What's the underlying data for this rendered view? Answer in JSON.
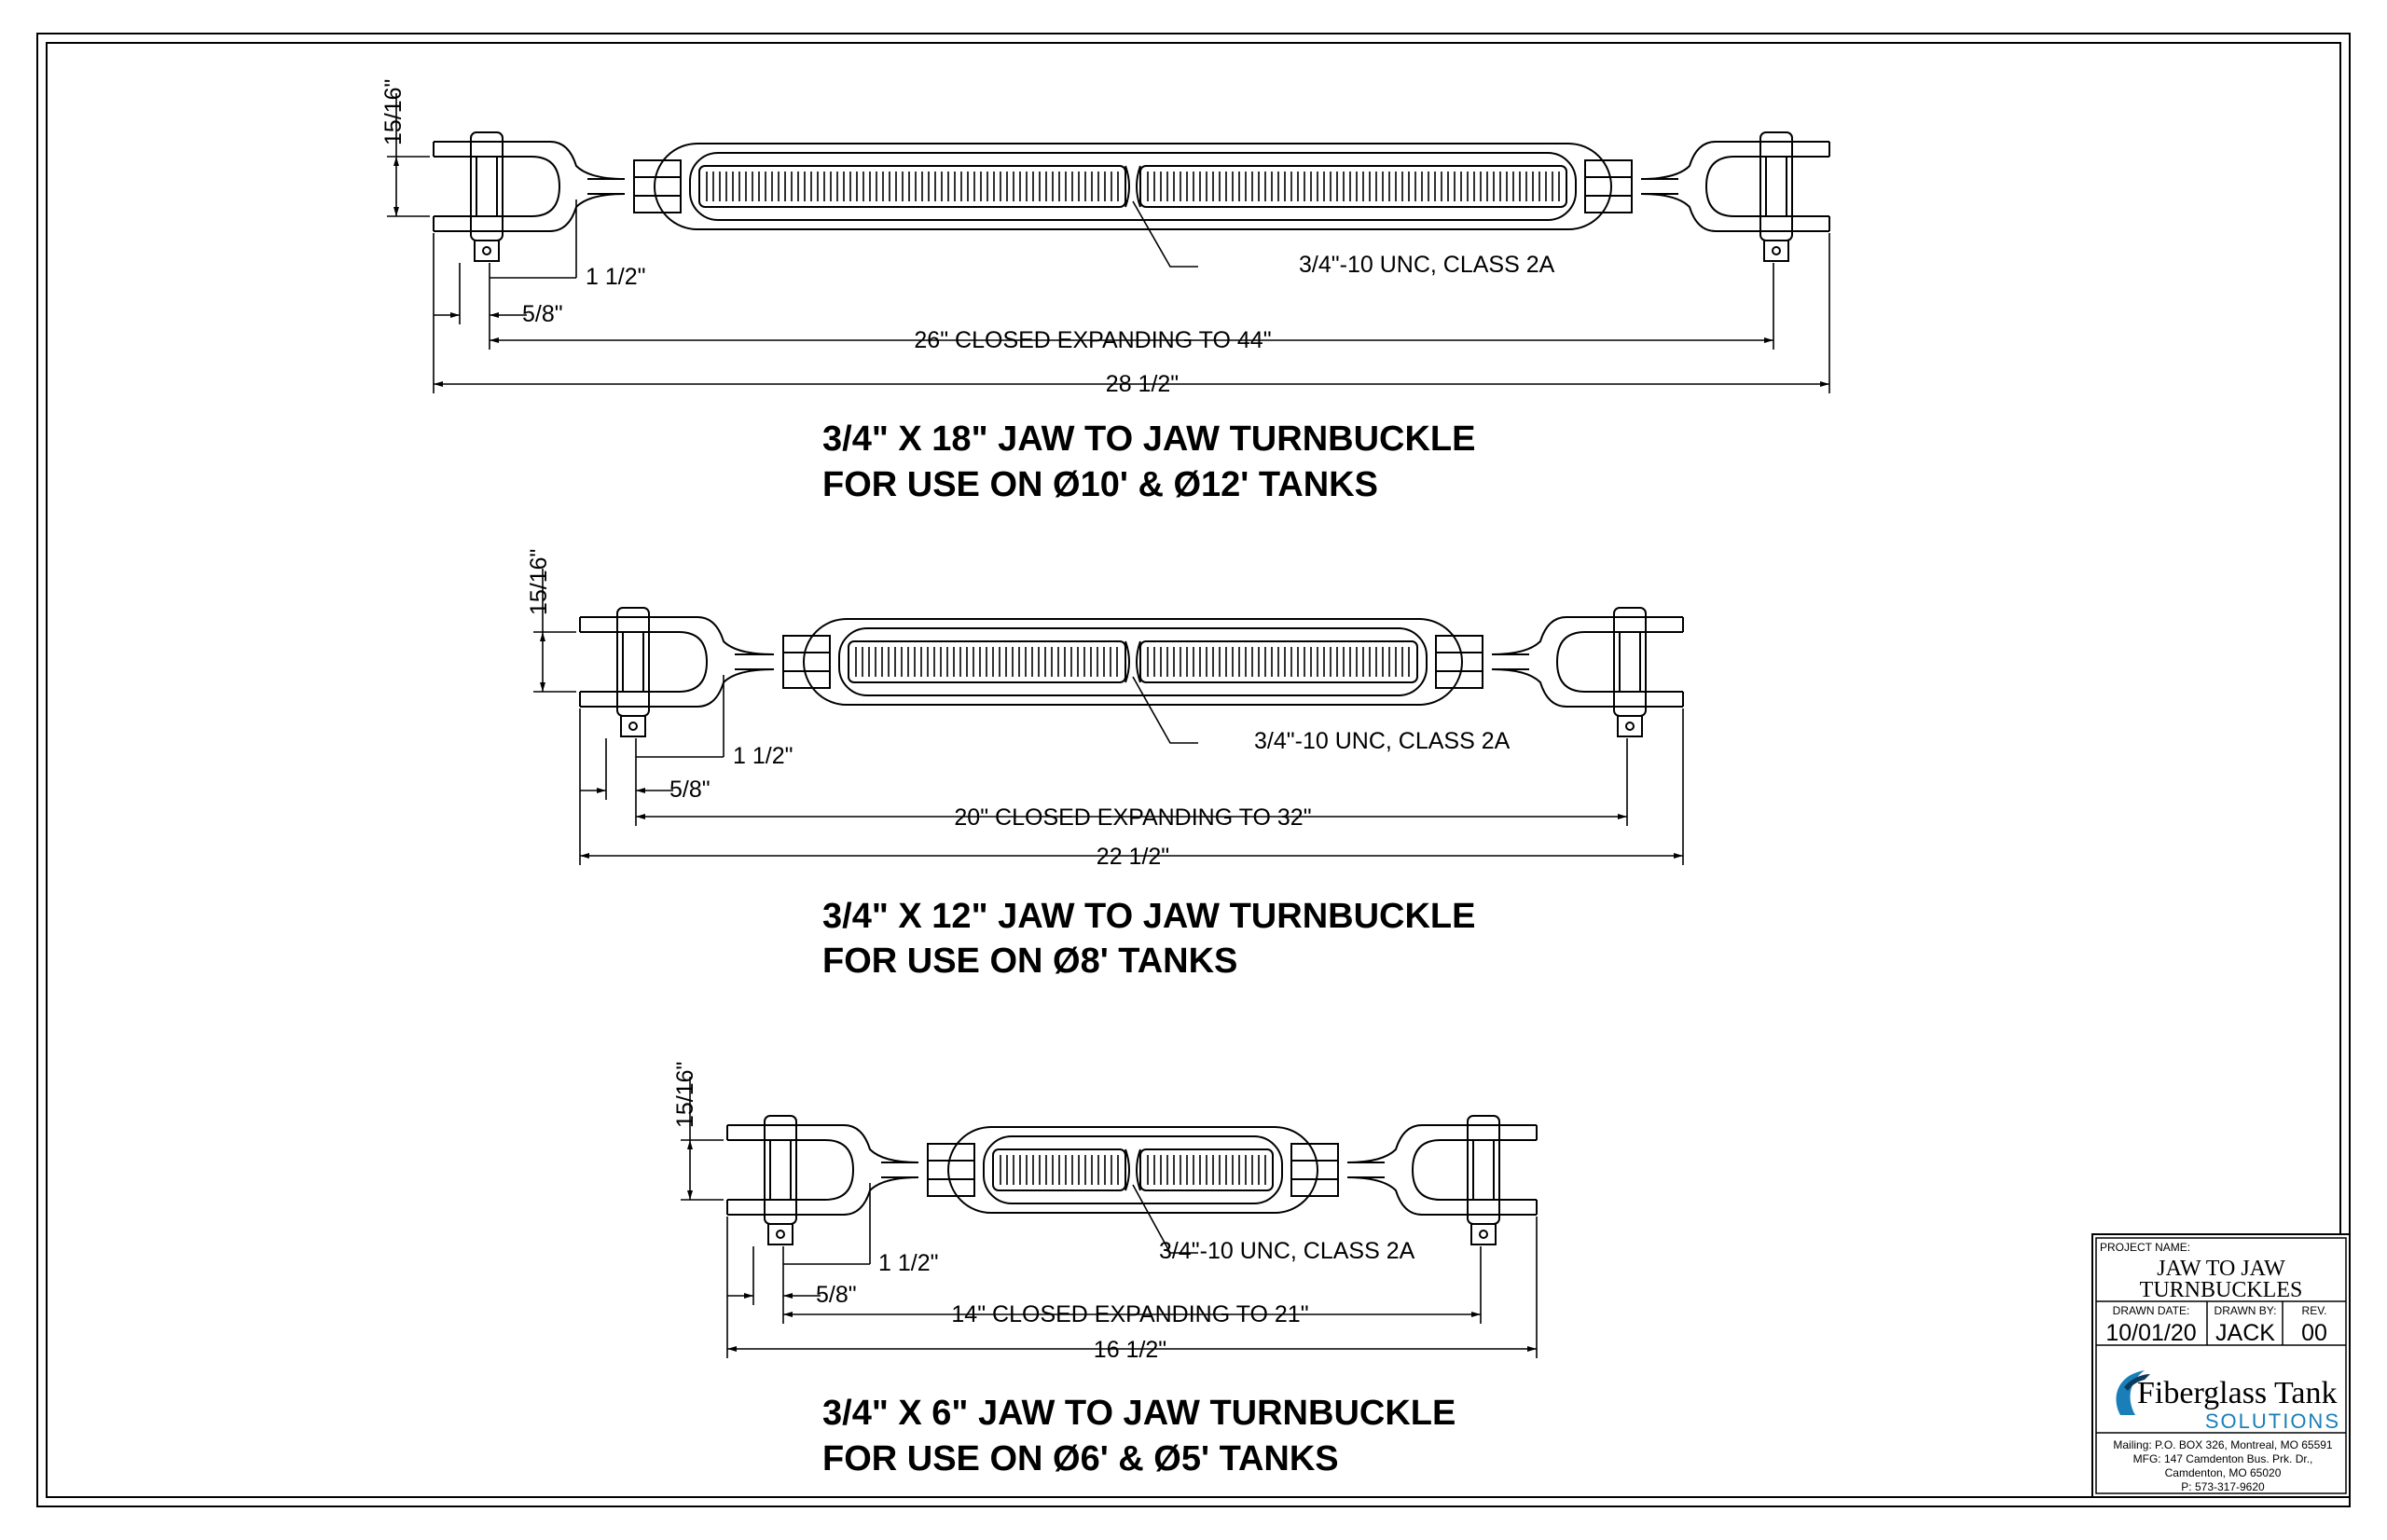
{
  "accent_color": "#1a7fb8",
  "line_color": "#000000",
  "turnbuckles": [
    {
      "thread_label": "3/4\"-10 UNC, CLASS 2A",
      "dim_jaw_width": "15/16\"",
      "dim_jaw_depth": "1 1/2\"",
      "dim_pin_offset": "5/8\"",
      "dim_closed": "26\" CLOSED EXPANDING TO 44\"",
      "dim_overall": "28 1/2\"",
      "title_line1": "3/4\" X 18\" JAW TO JAW TURNBUCKLE",
      "title_line2": "FOR USE ON Ø10' & Ø12' TANKS"
    },
    {
      "thread_label": "3/4\"-10 UNC, CLASS 2A",
      "dim_jaw_width": "15/16\"",
      "dim_jaw_depth": "1 1/2\"",
      "dim_pin_offset": "5/8\"",
      "dim_closed": "20\" CLOSED EXPANDING TO 32\"",
      "dim_overall": "22 1/2\"",
      "title_line1": "3/4\" X 12\" JAW TO JAW TURNBUCKLE",
      "title_line2": "FOR USE ON Ø8' TANKS"
    },
    {
      "thread_label": "3/4\"-10 UNC, CLASS 2A",
      "dim_jaw_width": "15/16\"",
      "dim_jaw_depth": "1 1/2\"",
      "dim_pin_offset": "5/8\"",
      "dim_closed": "14\" CLOSED EXPANDING TO 21\"",
      "dim_overall": "16 1/2\"",
      "title_line1": "3/4\" X 6\" JAW TO JAW TURNBUCKLE",
      "title_line2": "FOR USE ON Ø6' & Ø5' TANKS"
    }
  ],
  "title_block": {
    "project_label": "PROJECT NAME:",
    "project_line1": "JAW TO JAW",
    "project_line2": "TURNBUCKLES",
    "date_label": "DRAWN DATE:",
    "date_value": "10/01/20",
    "drawn_by_label": "DRAWN BY:",
    "drawn_by_value": "JACK",
    "rev_label": "REV.",
    "rev_value": "00",
    "logo_name": "Fiberglass Tank",
    "logo_sub": "SOLUTIONS",
    "address_line1": "Mailing: P.O. BOX 326, Montreal, MO 65591",
    "address_line2": "MFG: 147 Camdenton Bus. Prk. Dr.,",
    "address_line3": "Camdenton, MO 65020",
    "address_line4": "P: 573-317-9620"
  }
}
